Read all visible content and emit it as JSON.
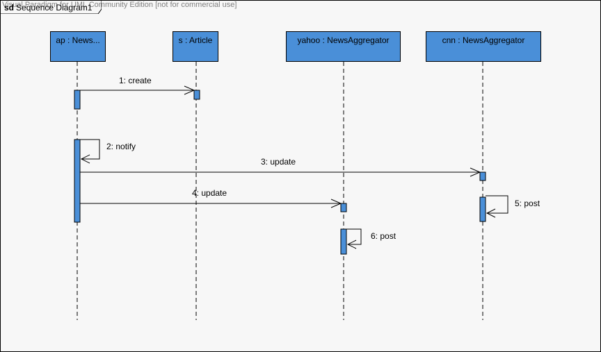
{
  "watermark": "Visual Paradigm for UML Community Edition [not for commercial use]",
  "frame": {
    "keyword": "sd",
    "name": "Sequence Diagram1"
  },
  "lifelines": [
    {
      "id": "ap",
      "label": "ap : News..."
    },
    {
      "id": "s",
      "label": "s : Article"
    },
    {
      "id": "yahoo",
      "label": "yahoo : NewsAggregator"
    },
    {
      "id": "cnn",
      "label": "cnn : NewsAggregator"
    }
  ],
  "messages": [
    {
      "seq": "1",
      "label": "1: create"
    },
    {
      "seq": "2",
      "label": "2: notify"
    },
    {
      "seq": "3",
      "label": "3: update"
    },
    {
      "seq": "4",
      "label": "4: update"
    },
    {
      "seq": "5",
      "label": "5: post"
    },
    {
      "seq": "6",
      "label": "6: post"
    }
  ],
  "colors": {
    "lifeline_fill": "#4a8fd8",
    "activation_fill": "#4a8fd8",
    "line": "#000000"
  }
}
